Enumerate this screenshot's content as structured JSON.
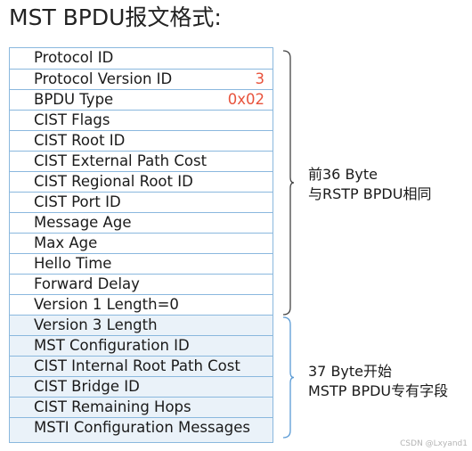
{
  "title": "MST BPDU报文格式:",
  "fields": [
    {
      "name": "Protocol ID",
      "value": ""
    },
    {
      "name": "Protocol Version ID",
      "value": "3"
    },
    {
      "name": "BPDU Type",
      "value": "0x02"
    },
    {
      "name": "CIST Flags",
      "value": ""
    },
    {
      "name": "CIST Root ID",
      "value": ""
    },
    {
      "name": "CIST External Path Cost",
      "value": ""
    },
    {
      "name": "CIST Regional Root ID",
      "value": ""
    },
    {
      "name": "CIST Port ID",
      "value": ""
    },
    {
      "name": "Message Age",
      "value": ""
    },
    {
      "name": "Max Age",
      "value": ""
    },
    {
      "name": "Hello Time",
      "value": ""
    },
    {
      "name": "Forward Delay",
      "value": ""
    },
    {
      "name": "Version 1 Length=0",
      "value": ""
    },
    {
      "name": "Version 3 Length",
      "value": ""
    },
    {
      "name": "MST Configuration ID",
      "value": ""
    },
    {
      "name": "CIST Internal Root Path Cost",
      "value": ""
    },
    {
      "name": "CIST Bridge ID",
      "value": ""
    },
    {
      "name": "CIST Remaining Hops",
      "value": ""
    },
    {
      "name": "MSTI Configuration Messages",
      "value": ""
    }
  ],
  "groups": [
    {
      "label_line1": "前36 Byte",
      "label_line2": "与RSTP BPDU相同",
      "color": "#444444",
      "first_row": 0,
      "last_row": 12
    },
    {
      "label_line1": "37 Byte开始",
      "label_line2": "MSTP BPDU专有字段",
      "color": "#5b9bd5",
      "first_row": 13,
      "last_row": 18
    }
  ],
  "colors": {
    "table_border": "#8ab8de",
    "alt_row_fill": "#eaf2f9",
    "value_text": "#e8533c"
  },
  "watermark": "CSDN @Lxyand1"
}
